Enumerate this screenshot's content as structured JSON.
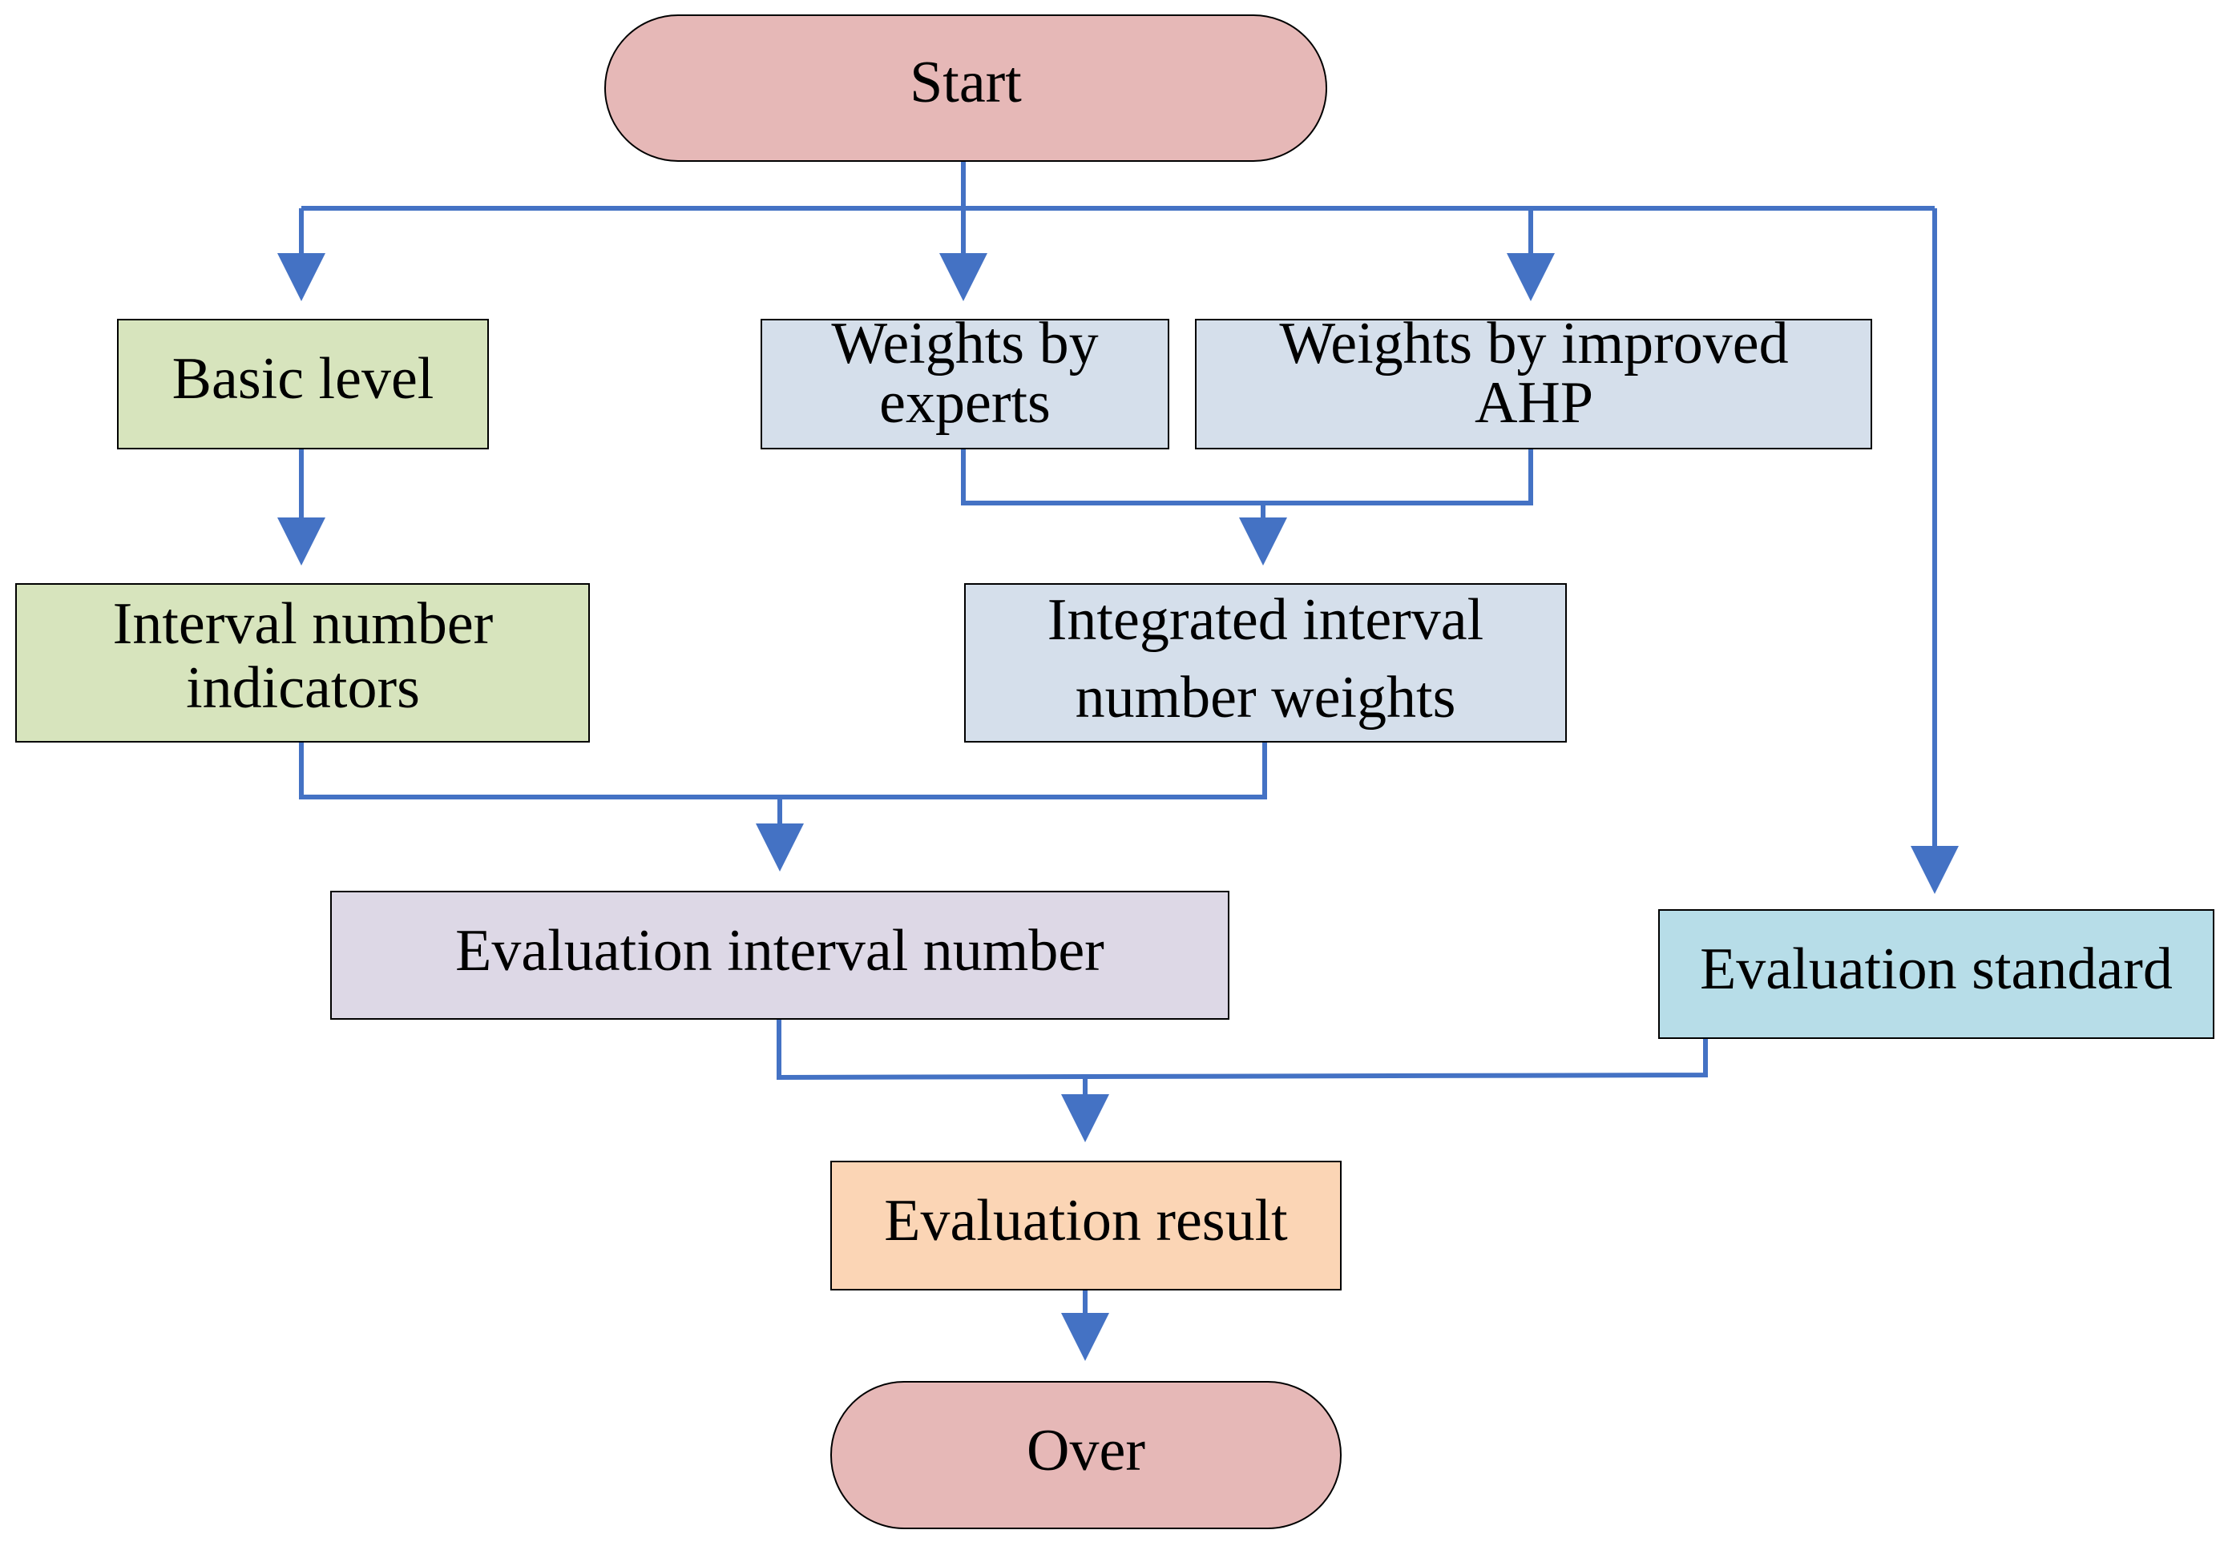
{
  "colors": {
    "connector": "#4472C4",
    "border": "#000000",
    "terminal_fill": "#E6B8B7",
    "green_fill": "#D7E4BD",
    "steel_fill": "#D5DFEB",
    "lavender_fill": "#DDD8E6",
    "cyan_fill": "#B7DDE8",
    "peach_fill": "#FBD5B5"
  },
  "nodes": {
    "start": "Start",
    "basic_level": "Basic level",
    "weights_experts_line1": "Weights by",
    "weights_experts_line2": "experts",
    "weights_ahp_line1": "Weights by improved",
    "weights_ahp_line2": "AHP",
    "interval_indicators_line1": "Interval number",
    "interval_indicators_line2": "indicators",
    "integrated_weights_line1": "Integrated interval",
    "integrated_weights_line2": "number weights",
    "evaluation_interval": "Evaluation interval number",
    "evaluation_standard": "Evaluation standard",
    "evaluation_result": "Evaluation result",
    "over": "Over"
  }
}
